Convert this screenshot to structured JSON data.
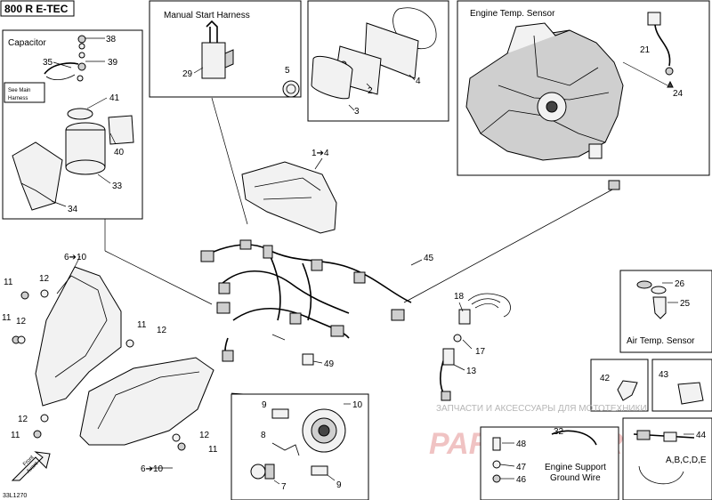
{
  "header": {
    "model": "800 R E-TEC"
  },
  "boxes": {
    "capacitor": "Capacitor",
    "see_main_harness": [
      "See Main",
      "Harness"
    ],
    "manual_start": "Manual Start Harness",
    "engine_temp": "Engine Temp. Sensor",
    "air_temp": "Air Temp. Sensor",
    "engine_support": [
      "Engine Support",
      "Ground Wire"
    ],
    "variants": "A,B,C,D,E"
  },
  "labels": {
    "l38": "38",
    "l39": "39",
    "l35": "35",
    "l41": "41",
    "l40": "40",
    "l33": "33",
    "l34": "34",
    "l29": "29",
    "l5": "5",
    "l2": "2",
    "l3": "3",
    "l4": "4",
    "l21": "21",
    "l24": "24",
    "l1_4": "1➔4",
    "l6_10a": "6➔10",
    "l6_10b": "6➔10",
    "l45": "45",
    "l11a": "11",
    "l12a": "12",
    "l11b": "11",
    "l12b": "12",
    "l11c": "11",
    "l12c": "12",
    "l12d": "12",
    "l11d": "11",
    "l12e": "12",
    "l11e": "11",
    "l49": "49",
    "l18": "18",
    "l17": "17",
    "l13": "13",
    "l26": "26",
    "l25": "25",
    "l42": "42",
    "l43": "43",
    "l9a": "9",
    "l10": "10",
    "l8": "8",
    "l7": "7",
    "l9b": "9",
    "l32": "32",
    "l48": "48",
    "l47": "47",
    "l46": "46",
    "l44": "44"
  },
  "front_arrow": [
    "Front",
    "Avant"
  ],
  "footer": {
    "code": "33L1270"
  },
  "watermark": {
    "text": "ЗАПЧАСТИ И АКСЕССУАРЫ ДЛЯ МОТОТЕХНИКИ",
    "logo": "PARTSFOR.RU"
  }
}
